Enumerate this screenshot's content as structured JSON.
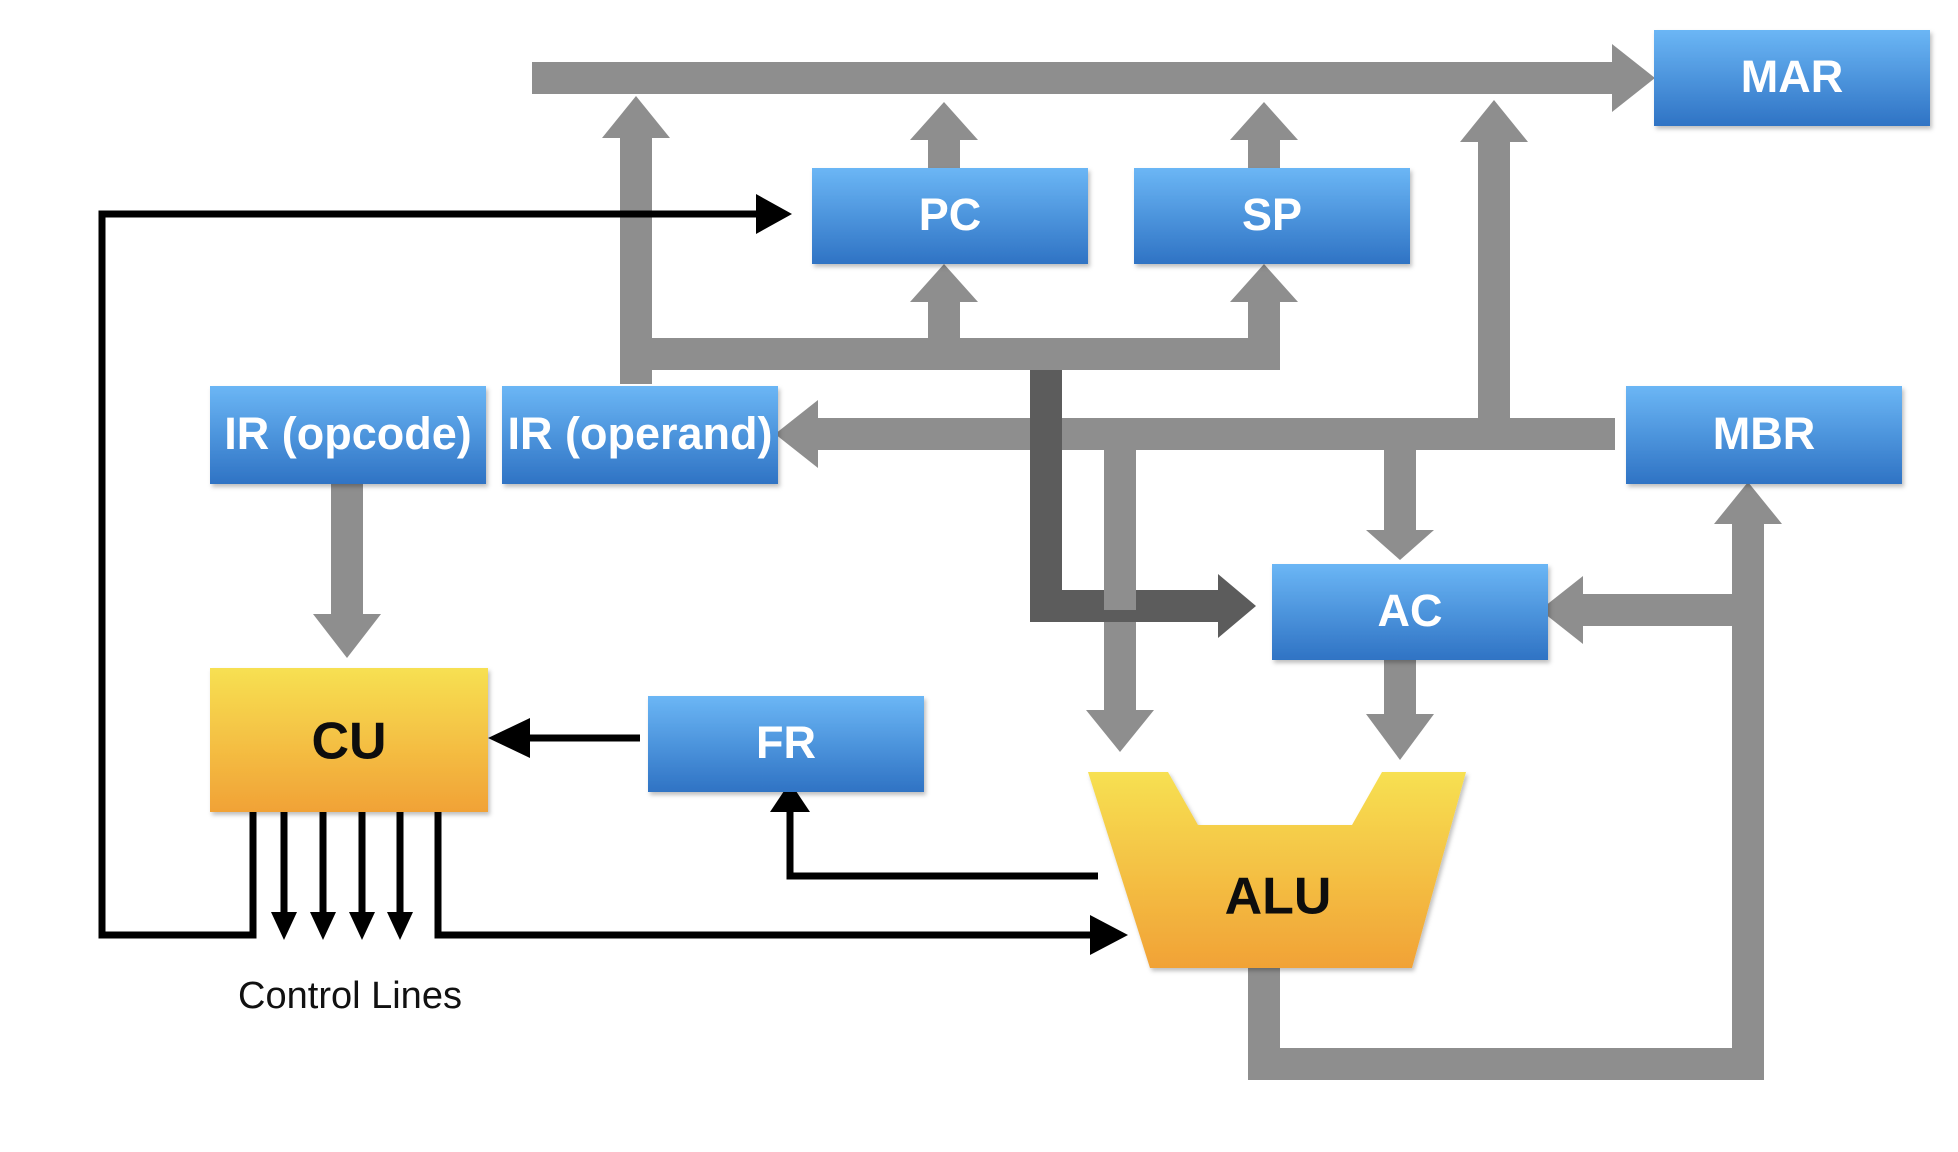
{
  "registers": {
    "mar": "MAR",
    "pc": "PC",
    "sp": "SP",
    "ir_opcode": "IR (opcode)",
    "ir_operand": "IR (operand)",
    "mbr": "MBR",
    "ac": "AC",
    "fr": "FR"
  },
  "units": {
    "cu": "CU",
    "alu": "ALU"
  },
  "captions": {
    "control_lines": "Control Lines"
  },
  "colors": {
    "register_top": "#6bb6f5",
    "register_bottom": "#2f73c4",
    "yellow_top": "#f7e052",
    "yellow_bottom": "#f1a236",
    "bus_gray": "#8e8e8e",
    "bus_dark_gray": "#5c5c5c",
    "control_black": "#000000"
  }
}
